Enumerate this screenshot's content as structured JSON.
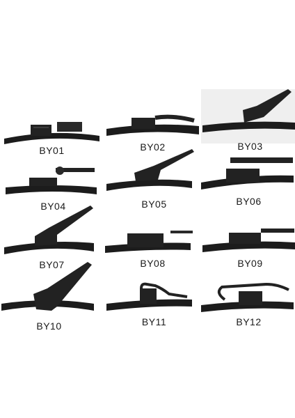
{
  "products": [
    {
      "code": "BY01"
    },
    {
      "code": "BY02"
    },
    {
      "code": "BY03"
    },
    {
      "code": "BY04"
    },
    {
      "code": "BY05"
    },
    {
      "code": "BY06"
    },
    {
      "code": "BY07"
    },
    {
      "code": "BY08"
    },
    {
      "code": "BY09"
    },
    {
      "code": "BY10"
    },
    {
      "code": "BY11"
    },
    {
      "code": "BY12"
    }
  ],
  "colors": {
    "blade": "#1c1c1c",
    "highlight": "#555555",
    "background": "#ffffff",
    "label": "#1a1a1a"
  }
}
